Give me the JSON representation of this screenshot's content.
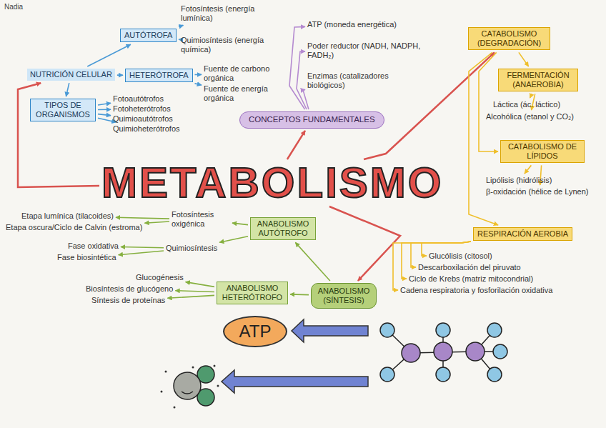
{
  "diagram": {
    "nodes": [
      {
        "text": [
          "AUTÓTROFA"
        ]
      },
      {
        "text": [
          "Fotosíntesis (energía lumínica)"
        ]
      },
      {
        "text": [
          "Quimiosíntesis (energía química)"
        ]
      },
      {
        "text": [
          "NUTRICIÓN CELULAR"
        ]
      },
      {
        "text": [
          "HETERÓTROFA"
        ]
      },
      {
        "text": [
          "Fuente de carbono orgánica"
        ]
      },
      {
        "text": [
          "Fuente de energía orgánica"
        ]
      },
      {
        "text": [
          "TIPOS DE ORGANISMOS"
        ]
      },
      {
        "text": [
          "Fotoautótrofos"
        ]
      },
      {
        "text": [
          "Fotoheterótrofos"
        ]
      },
      {
        "text": [
          "Quimioautótrofos"
        ]
      },
      {
        "text": [
          "Quimioheterótrofos"
        ]
      },
      {
        "text": [
          "ATP (moneda energética)"
        ]
      },
      {
        "text": [
          "Poder reductor (NADH, NADPH, FADH₂)"
        ]
      },
      {
        "text": [
          "Enzimas (catalizadores biológicos)"
        ]
      },
      {
        "text": [
          "CONCEPTOS FUNDAMENTALES"
        ]
      },
      {
        "text": [
          "CATABOLISMO (DEGRADACIÓN)"
        ]
      },
      {
        "text": [
          "FERMENTACIÓN (ANAEROBIA)"
        ]
      },
      {
        "text": [
          "Láctica (ác. láctico)"
        ]
      },
      {
        "text": [
          "Alcohólica (etanol y CO₂)"
        ]
      },
      {
        "text": [
          "CATABOLISMO DE LÍPIDOS"
        ]
      },
      {
        "text": [
          "Lipólisis (hidrólisis)"
        ]
      },
      {
        "text": [
          "β-oxidación (hélice de Lynen)"
        ]
      },
      {
        "text": [
          "METABOLISMO"
        ]
      },
      {
        "text": [
          "RESPIRACIÓN AEROBIA"
        ]
      },
      {
        "text": [
          "Glucólisis (citosol)"
        ]
      },
      {
        "text": [
          "Descarboxilación del piruvato"
        ]
      },
      {
        "text": [
          "Ciclo de Krebs (matriz mitocondrial)"
        ]
      },
      {
        "text": [
          "Cadena respiratoria y fosforilación oxidativa"
        ]
      },
      {
        "text": [
          "Etapa lumínica (tilacoides)"
        ]
      },
      {
        "text": [
          "Etapa oscura/Ciclo de Calvin (estroma)"
        ]
      },
      {
        "text": [
          "Fotosíntesis oxigénica"
        ]
      },
      {
        "text": [
          "ANABOLISMO AUTÓTROFO"
        ]
      },
      {
        "text": [
          "Fase oxidativa"
        ]
      },
      {
        "text": [
          "Fase biosintética"
        ]
      },
      {
        "text": [
          "Quimiosíntesis"
        ]
      },
      {
        "text": [
          "Glucogénesis"
        ]
      },
      {
        "text": [
          "Biosíntesis de glucógeno"
        ]
      },
      {
        "text": [
          "Síntesis de proteínas"
        ]
      },
      {
        "text": [
          "ANABOLISMO HETERÓTROFO"
        ]
      },
      {
        "text": [
          "ANABOLISMO (SÍNTESIS)"
        ]
      },
      {
        "text": [
          "ATP"
        ]
      }
    ],
    "edges": [
      {
        "from": 23,
        "to": 3,
        "arrow": "to"
      },
      {
        "from": 23,
        "to": 15,
        "arrow": "to"
      },
      {
        "from": 23,
        "to": 16,
        "arrow": "to"
      },
      {
        "from": 23,
        "to": 40,
        "arrow": "to"
      },
      {
        "from": 3,
        "to": 0,
        "arrow": "to"
      },
      {
        "from": 3,
        "to": 4,
        "arrow": "to"
      },
      {
        "from": 3,
        "to": 7,
        "arrow": "to"
      },
      {
        "from": 0,
        "to": 1,
        "arrow": "to"
      },
      {
        "from": 0,
        "to": 2,
        "arrow": "to"
      },
      {
        "from": 4,
        "to": 5,
        "arrow": "to"
      },
      {
        "from": 4,
        "to": 6,
        "arrow": "to"
      },
      {
        "from": 7,
        "to": 8,
        "arrow": "to"
      },
      {
        "from": 7,
        "to": 9,
        "arrow": "to"
      },
      {
        "from": 7,
        "to": 10,
        "arrow": "to"
      },
      {
        "from": 7,
        "to": 11,
        "arrow": "to"
      },
      {
        "from": 15,
        "to": 12,
        "arrow": "to"
      },
      {
        "from": 15,
        "to": 13,
        "arrow": "to"
      },
      {
        "from": 15,
        "to": 14,
        "arrow": "to"
      },
      {
        "from": 16,
        "to": 17,
        "arrow": "to"
      },
      {
        "from": 16,
        "to": 20,
        "arrow": "to"
      },
      {
        "from": 16,
        "to": 24,
        "arrow": "to"
      },
      {
        "from": 17,
        "to": 18,
        "arrow": "to"
      },
      {
        "from": 17,
        "to": 19,
        "arrow": "to"
      },
      {
        "from": 20,
        "to": 21,
        "arrow": "to"
      },
      {
        "from": 20,
        "to": 22,
        "arrow": "to"
      },
      {
        "from": 24,
        "to": 25,
        "arrow": "to"
      },
      {
        "from": 24,
        "to": 26,
        "arrow": "to"
      },
      {
        "from": 24,
        "to": 27,
        "arrow": "to"
      },
      {
        "from": 24,
        "to": 28,
        "arrow": "to"
      },
      {
        "from": 40,
        "to": 32,
        "arrow": "to"
      },
      {
        "from": 40,
        "to": 39,
        "arrow": "to"
      },
      {
        "from": 32,
        "to": 31,
        "arrow": "to"
      },
      {
        "from": 32,
        "to": 35,
        "arrow": "to"
      },
      {
        "from": 31,
        "to": 29,
        "arrow": "to"
      },
      {
        "from": 31,
        "to": 30,
        "arrow": "to"
      },
      {
        "from": 35,
        "to": 33,
        "arrow": "to"
      },
      {
        "from": 35,
        "to": 34,
        "arrow": "to"
      },
      {
        "from": 39,
        "to": 36,
        "arrow": "to"
      },
      {
        "from": 39,
        "to": 37,
        "arrow": "to"
      },
      {
        "from": 39,
        "to": 38,
        "arrow": "to"
      }
    ],
    "labels": [
      "Nadia"
    ]
  }
}
